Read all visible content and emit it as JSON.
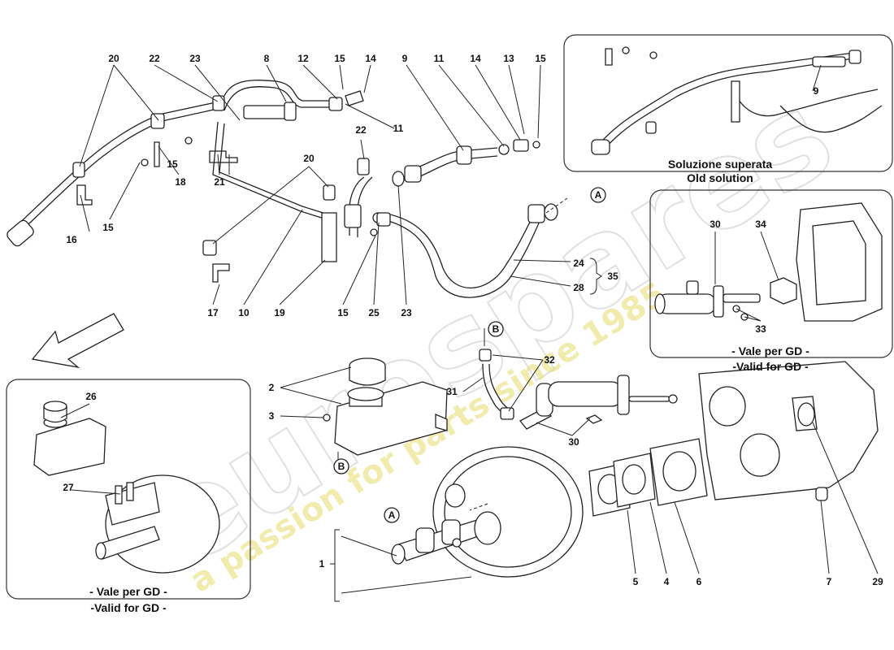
{
  "callouts": [
    {
      "id": "20a",
      "text": "20"
    },
    {
      "id": "22a",
      "text": "22"
    },
    {
      "id": "23a",
      "text": "23"
    },
    {
      "id": "8",
      "text": "8"
    },
    {
      "id": "12",
      "text": "12"
    },
    {
      "id": "15a",
      "text": "15"
    },
    {
      "id": "14a",
      "text": "14"
    },
    {
      "id": "9a",
      "text": "9"
    },
    {
      "id": "11a",
      "text": "11"
    },
    {
      "id": "14b",
      "text": "14"
    },
    {
      "id": "13",
      "text": "13"
    },
    {
      "id": "15b",
      "text": "15"
    },
    {
      "id": "11b",
      "text": "11"
    },
    {
      "id": "22b",
      "text": "22"
    },
    {
      "id": "15c",
      "text": "15"
    },
    {
      "id": "20b",
      "text": "20"
    },
    {
      "id": "18",
      "text": "18"
    },
    {
      "id": "21",
      "text": "21"
    },
    {
      "id": "16",
      "text": "16"
    },
    {
      "id": "15d",
      "text": "15"
    },
    {
      "id": "17",
      "text": "17"
    },
    {
      "id": "10",
      "text": "10"
    },
    {
      "id": "19",
      "text": "19"
    },
    {
      "id": "15e",
      "text": "15"
    },
    {
      "id": "25",
      "text": "25"
    },
    {
      "id": "23b",
      "text": "23"
    },
    {
      "id": "24",
      "text": "24"
    },
    {
      "id": "28",
      "text": "28"
    },
    {
      "id": "35",
      "text": "35"
    },
    {
      "id": "9b",
      "text": "9"
    },
    {
      "id": "30a",
      "text": "30"
    },
    {
      "id": "34",
      "text": "34"
    },
    {
      "id": "33",
      "text": "33"
    },
    {
      "id": "32",
      "text": "32"
    },
    {
      "id": "31",
      "text": "31"
    },
    {
      "id": "30b",
      "text": "30"
    },
    {
      "id": "2",
      "text": "2"
    },
    {
      "id": "3",
      "text": "3"
    },
    {
      "id": "26",
      "text": "26"
    },
    {
      "id": "27",
      "text": "27"
    },
    {
      "id": "1",
      "text": "1"
    },
    {
      "id": "5",
      "text": "5"
    },
    {
      "id": "4",
      "text": "4"
    },
    {
      "id": "6",
      "text": "6"
    },
    {
      "id": "7",
      "text": "7"
    },
    {
      "id": "29",
      "text": "29"
    }
  ],
  "markers": {
    "a": "A",
    "b": "B"
  },
  "captions": {
    "old_it": "Soluzione superata",
    "old_en": "Old solution",
    "gd_it": "- Vale per GD -",
    "gd_en": "-Valid for GD -"
  },
  "watermark": {
    "brand": "eurospares",
    "tagline": "a passion for parts since 1985"
  }
}
